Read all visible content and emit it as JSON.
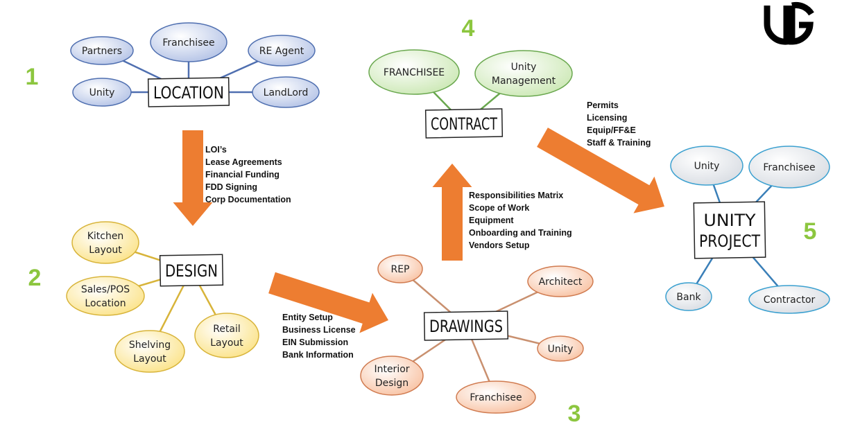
{
  "colors": {
    "arrow": "#ed7d31",
    "step": "#8cc63f",
    "line": "#555"
  },
  "logo": {
    "text": "UG"
  },
  "groups": [
    {
      "step": "1",
      "title": [
        "LOCATION"
      ],
      "theme": {
        "fill": "#b4c3e6",
        "stroke": "#4f6fb0",
        "line": "#4f6fb0"
      },
      "nodes": [
        "Partners",
        "Franchisee",
        "RE Agent",
        "Unity",
        "LandLord"
      ]
    },
    {
      "step": "2",
      "title": [
        "DESIGN"
      ],
      "theme": {
        "fill": "#fbe38a",
        "stroke": "#d8b43a",
        "line": "#d8b43a"
      },
      "nodes": [
        "Kitchen|Layout",
        "Sales/POS|Location",
        "Shelving|Layout",
        "Retail|Layout"
      ]
    },
    {
      "step": "3",
      "title": [
        "DRAWINGS"
      ],
      "theme": {
        "fill": "#f8c3a4",
        "stroke": "#d07b50",
        "line": "#c9906f"
      },
      "nodes": [
        "REP",
        "Architect",
        "Unity",
        "Franchisee",
        "Interior|Design"
      ]
    },
    {
      "step": "4",
      "title": [
        "CONTRACT"
      ],
      "theme": {
        "fill": "#cce8b5",
        "stroke": "#6aa84f",
        "line": "#6aa84f"
      },
      "nodes": [
        "FRANCHISEE",
        "Unity|Management"
      ]
    },
    {
      "step": "5",
      "title": [
        "UNITY",
        "PROJECT"
      ],
      "theme": {
        "fill": "#d9dde3",
        "stroke": "#3aa0d0",
        "line": "#3a7fb8"
      },
      "nodes": [
        "Unity",
        "Franchisee",
        "Bank",
        "Contractor"
      ]
    }
  ],
  "transitions": [
    {
      "from": "1",
      "to": "2",
      "items": [
        "LOI’s",
        "Lease Agreements",
        "Financial Funding",
        "FDD Signing",
        "Corp Documentation"
      ]
    },
    {
      "from": "2",
      "to": "3",
      "items": [
        "Entity Setup",
        "Business License",
        "EIN Submission",
        "Bank Information"
      ]
    },
    {
      "from": "3",
      "to": "4",
      "items": [
        "Responsibilities Matrix",
        "Scope of Work",
        "Equipment",
        "Onboarding and Training",
        "Vendors Setup"
      ]
    },
    {
      "from": "4",
      "to": "5",
      "items": [
        "Permits",
        "Licensing",
        "Equip/FF&E",
        "Staff & Training"
      ]
    }
  ]
}
